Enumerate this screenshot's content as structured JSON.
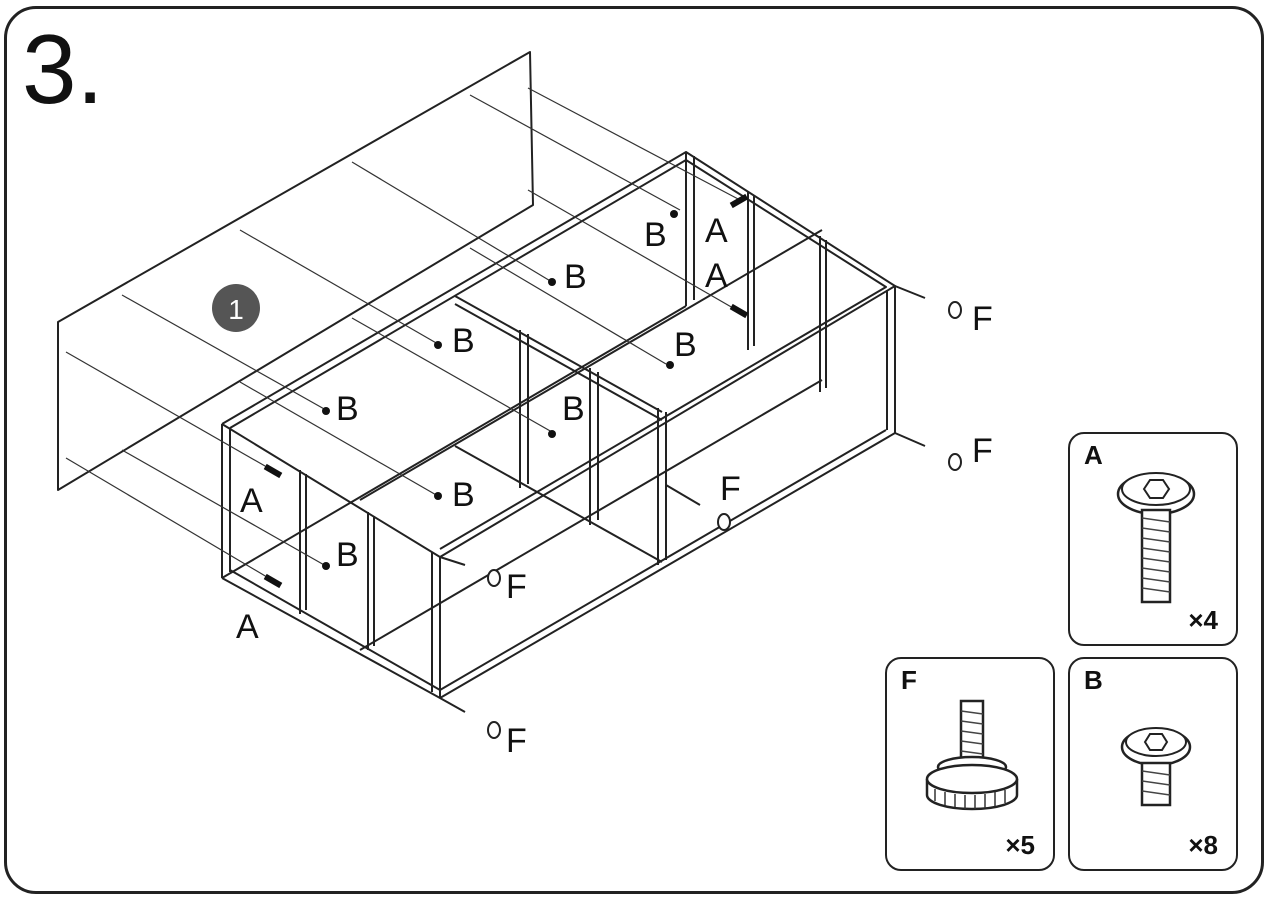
{
  "step_number": "3.",
  "panel_callout": "1",
  "hardware_labels": {
    "a": "A",
    "b": "B",
    "f": "F"
  },
  "parts": [
    {
      "letter": "A",
      "quantity": "×4"
    },
    {
      "letter": "F",
      "quantity": "×5"
    },
    {
      "letter": "B",
      "quantity": "×8"
    }
  ]
}
